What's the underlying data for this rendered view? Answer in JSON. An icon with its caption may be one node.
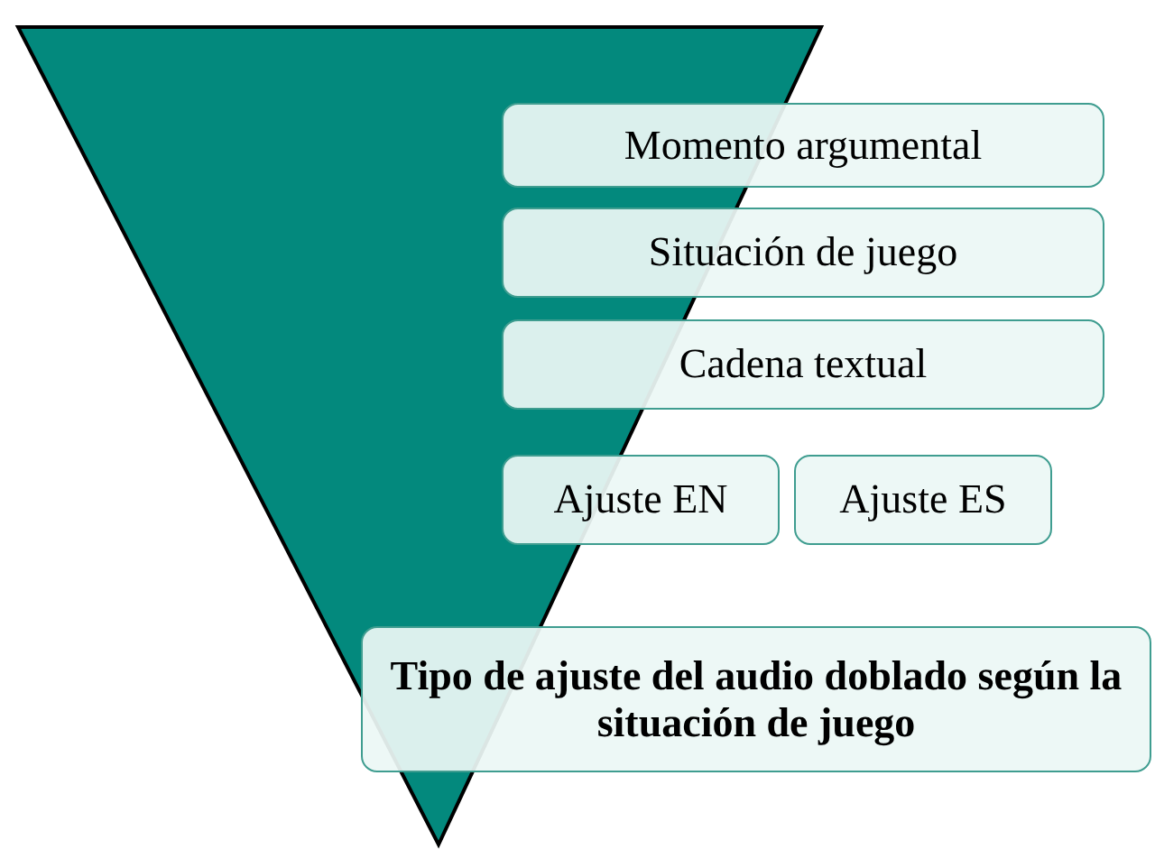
{
  "diagram": {
    "nodes": [
      {
        "text": [],
        "shape": "triangle"
      },
      {
        "text": [
          "Momento argumental"
        ]
      },
      {
        "text": [
          "Situación de juego"
        ]
      },
      {
        "text": [
          "Cadena textual"
        ]
      },
      {
        "text": [
          "Ajuste EN"
        ]
      },
      {
        "text": [
          "Ajuste ES"
        ]
      },
      {
        "text": [
          "Tipo de ajuste del audio doblado según la situación de juego"
        ]
      }
    ],
    "edges": []
  }
}
